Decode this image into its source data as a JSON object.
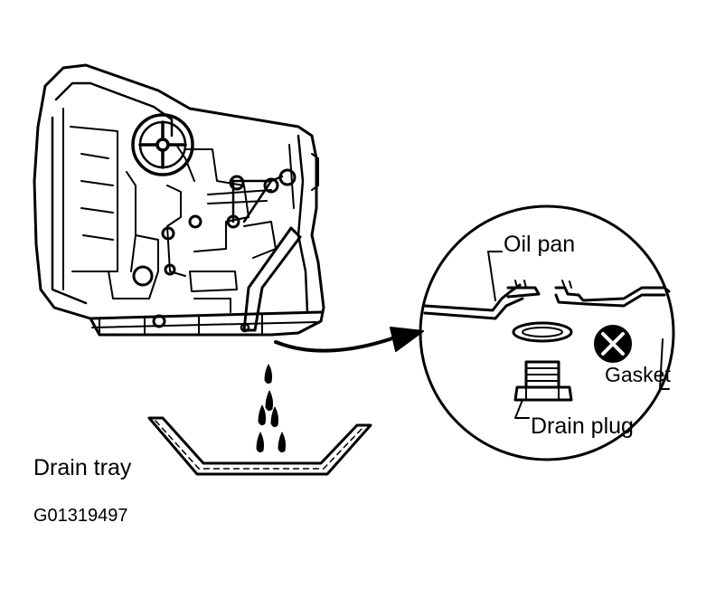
{
  "labels": {
    "oil_pan": "Oil pan",
    "gasket": "Gasket",
    "drain_plug": "Drain plug",
    "drain_tray": "Drain tray",
    "figure_id": "G01319497"
  },
  "icons": {
    "do_not_reuse": "x-circle-icon"
  },
  "colors": {
    "ink": "#000000",
    "paper": "#ffffff"
  }
}
